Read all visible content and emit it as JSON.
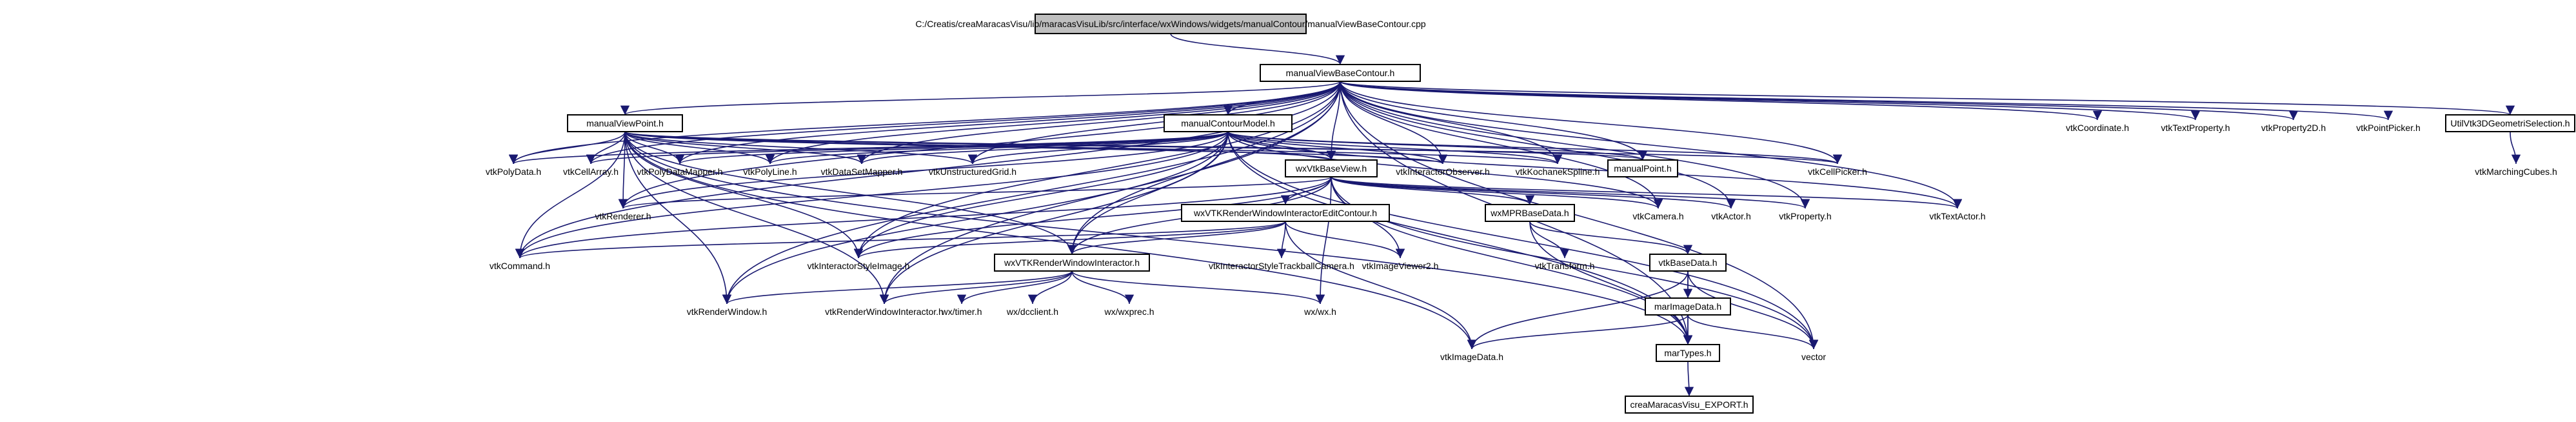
{
  "diagram": {
    "title": "C:/Creatis/creaMaracasVisu/lib/maracasVisuLib/src/interface/wxWindows/widgets/manualContour/manualViewBaseContour.cpp",
    "colors": {
      "edge": "#191970",
      "root_fill": "#bfbfbf",
      "node_fill": "#ffffff",
      "border": "#000000",
      "text": "#000000"
    },
    "nodes": [
      {
        "id": "root",
        "label": "C:/Creatis/creaMaracasVisu/lib/maracasVisuLib/src/interface/wxWindows/widgets/manualContour/manualViewBaseContour.cpp",
        "style": "root"
      },
      {
        "id": "mvbc",
        "label": "manualViewBaseContour.h",
        "style": "box"
      },
      {
        "id": "mvp",
        "label": "manualViewPoint.h",
        "style": "box"
      },
      {
        "id": "mcm",
        "label": "manualContourModel.h",
        "style": "box"
      },
      {
        "id": "vtkCoordinate",
        "label": "vtkCoordinate.h",
        "style": "plain"
      },
      {
        "id": "vtkTextProperty",
        "label": "vtkTextProperty.h",
        "style": "plain"
      },
      {
        "id": "vtkProperty2D",
        "label": "vtkProperty2D.h",
        "style": "plain"
      },
      {
        "id": "vtkPointPicker",
        "label": "vtkPointPicker.h",
        "style": "plain"
      },
      {
        "id": "util3d",
        "label": "UtilVtk3DGeometriSelection.h",
        "style": "box"
      },
      {
        "id": "vtkPolyData",
        "label": "vtkPolyData.h",
        "style": "plain"
      },
      {
        "id": "vtkCellArray",
        "label": "vtkCellArray.h",
        "style": "plain"
      },
      {
        "id": "vtkPolyDataMapper",
        "label": "vtkPolyDataMapper.h",
        "style": "plain"
      },
      {
        "id": "vtkPolyLine",
        "label": "vtkPolyLine.h",
        "style": "plain"
      },
      {
        "id": "vtkDataSetMapper",
        "label": "vtkDataSetMapper.h",
        "style": "plain"
      },
      {
        "id": "vtkUnstructuredGrid",
        "label": "vtkUnstructuredGrid.h",
        "style": "plain"
      },
      {
        "id": "wxVtkBaseView",
        "label": "wxVtkBaseView.h",
        "style": "box"
      },
      {
        "id": "vtkInteractorObserver",
        "label": "vtkInteractorObserver.h",
        "style": "plain"
      },
      {
        "id": "vtkKochanekSpline",
        "label": "vtkKochanekSpline.h",
        "style": "plain"
      },
      {
        "id": "manualPoint",
        "label": "manualPoint.h",
        "style": "box"
      },
      {
        "id": "vtkCellPicker",
        "label": "vtkCellPicker.h",
        "style": "plain"
      },
      {
        "id": "vtkMarchingCubes",
        "label": "vtkMarchingCubes.h",
        "style": "plain"
      },
      {
        "id": "vtkRenderer",
        "label": "vtkRenderer.h",
        "style": "plain"
      },
      {
        "id": "vtkCamera",
        "label": "vtkCamera.h",
        "style": "plain"
      },
      {
        "id": "vtkActor",
        "label": "vtkActor.h",
        "style": "plain"
      },
      {
        "id": "vtkProperty",
        "label": "vtkProperty.h",
        "style": "plain"
      },
      {
        "id": "vtkTextActor",
        "label": "vtkTextActor.h",
        "style": "plain"
      },
      {
        "id": "wxVTKRWIEC",
        "label": "wxVTKRenderWindowInteractorEditContour.h",
        "style": "box"
      },
      {
        "id": "wxMPRBaseData",
        "label": "wxMPRBaseData.h",
        "style": "box"
      },
      {
        "id": "vtkCommand",
        "label": "vtkCommand.h",
        "style": "plain"
      },
      {
        "id": "vtkInteractorStyleImage",
        "label": "vtkInteractorStyleImage.h",
        "style": "plain"
      },
      {
        "id": "wxVTKRWI",
        "label": "wxVTKRenderWindowInteractor.h",
        "style": "box"
      },
      {
        "id": "vtkISTrackball",
        "label": "vtkInteractorStyleTrackballCamera.h",
        "style": "plain"
      },
      {
        "id": "vtkImageViewer2",
        "label": "vtkImageViewer2.h",
        "style": "plain"
      },
      {
        "id": "vtkTransform",
        "label": "vtkTransform.h",
        "style": "plain"
      },
      {
        "id": "vtkBaseData",
        "label": "vtkBaseData.h",
        "style": "box"
      },
      {
        "id": "vtkRenderWindow",
        "label": "vtkRenderWindow.h",
        "style": "plain"
      },
      {
        "id": "vtkRenderWindowInteractor",
        "label": "vtkRenderWindowInteractor.h",
        "style": "plain"
      },
      {
        "id": "wxtimer",
        "label": "wx/timer.h",
        "style": "plain"
      },
      {
        "id": "wxdcclient",
        "label": "wx/dcclient.h",
        "style": "plain"
      },
      {
        "id": "wxwxprec",
        "label": "wx/wxprec.h",
        "style": "plain"
      },
      {
        "id": "wxwx",
        "label": "wx/wx.h",
        "style": "plain"
      },
      {
        "id": "marImageData",
        "label": "marImageData.h",
        "style": "box"
      },
      {
        "id": "vtkImageData",
        "label": "vtkImageData.h",
        "style": "plain"
      },
      {
        "id": "marTypes",
        "label": "marTypes.h",
        "style": "box"
      },
      {
        "id": "vector",
        "label": "vector",
        "style": "plain"
      },
      {
        "id": "export",
        "label": "creaMaracasVisu_EXPORT.h",
        "style": "box"
      }
    ],
    "edges": [
      [
        "root",
        "mvbc"
      ],
      [
        "mvbc",
        "mvp"
      ],
      [
        "mvbc",
        "mcm"
      ],
      [
        "mvbc",
        "vtkCoordinate"
      ],
      [
        "mvbc",
        "vtkTextProperty"
      ],
      [
        "mvbc",
        "vtkProperty2D"
      ],
      [
        "mvbc",
        "vtkPointPicker"
      ],
      [
        "mvbc",
        "util3d"
      ],
      [
        "mvbc",
        "vtkPolyData"
      ],
      [
        "mvbc",
        "vtkCellArray"
      ],
      [
        "mvbc",
        "vtkPolyDataMapper"
      ],
      [
        "mvbc",
        "vtkPolyLine"
      ],
      [
        "mvbc",
        "vtkDataSetMapper"
      ],
      [
        "mvbc",
        "vtkUnstructuredGrid"
      ],
      [
        "mvbc",
        "wxVtkBaseView"
      ],
      [
        "mvbc",
        "vtkInteractorObserver"
      ],
      [
        "mvbc",
        "vtkKochanekSpline"
      ],
      [
        "mvbc",
        "manualPoint"
      ],
      [
        "mvbc",
        "vtkCellPicker"
      ],
      [
        "mvbc",
        "vtkRenderer"
      ],
      [
        "mvbc",
        "vtkCamera"
      ],
      [
        "mvbc",
        "vtkActor"
      ],
      [
        "mvbc",
        "vtkProperty"
      ],
      [
        "mvbc",
        "vtkTextActor"
      ],
      [
        "mvbc",
        "vtkCommand"
      ],
      [
        "mvbc",
        "vtkInteractorStyleImage"
      ],
      [
        "mvbc",
        "wxVTKRWI"
      ],
      [
        "mvbc",
        "vtkRenderWindow"
      ],
      [
        "mvbc",
        "vtkRenderWindowInteractor"
      ],
      [
        "mvbc",
        "marTypes"
      ],
      [
        "mvbc",
        "vector"
      ],
      [
        "mvp",
        "vtkPolyData"
      ],
      [
        "mvp",
        "vtkCellArray"
      ],
      [
        "mvp",
        "vtkPolyDataMapper"
      ],
      [
        "mvp",
        "vtkPolyLine"
      ],
      [
        "mvp",
        "vtkDataSetMapper"
      ],
      [
        "mvp",
        "vtkUnstructuredGrid"
      ],
      [
        "mvp",
        "wxVtkBaseView"
      ],
      [
        "mvp",
        "vtkInteractorObserver"
      ],
      [
        "mvp",
        "vtkKochanekSpline"
      ],
      [
        "mvp",
        "manualPoint"
      ],
      [
        "mvp",
        "vtkCellPicker"
      ],
      [
        "mvp",
        "vtkRenderer"
      ],
      [
        "mvp",
        "vtkCommand"
      ],
      [
        "mvp",
        "vtkInteractorStyleImage"
      ],
      [
        "mvp",
        "wxVTKRWI"
      ],
      [
        "mvp",
        "vtkRenderWindow"
      ],
      [
        "mvp",
        "vtkRenderWindowInteractor"
      ],
      [
        "mvp",
        "vtkImageData"
      ],
      [
        "mvp",
        "marTypes"
      ],
      [
        "mcm",
        "vtkPolyData"
      ],
      [
        "mcm",
        "vtkCellArray"
      ],
      [
        "mcm",
        "vtkPolyDataMapper"
      ],
      [
        "mcm",
        "vtkPolyLine"
      ],
      [
        "mcm",
        "vtkDataSetMapper"
      ],
      [
        "mcm",
        "vtkUnstructuredGrid"
      ],
      [
        "mcm",
        "wxVtkBaseView"
      ],
      [
        "mcm",
        "vtkInteractorObserver"
      ],
      [
        "mcm",
        "vtkKochanekSpline"
      ],
      [
        "mcm",
        "manualPoint"
      ],
      [
        "mcm",
        "vtkCellPicker"
      ],
      [
        "mcm",
        "vtkRenderer"
      ],
      [
        "mcm",
        "vtkCamera"
      ],
      [
        "mcm",
        "vtkCommand"
      ],
      [
        "mcm",
        "vtkInteractorStyleImage"
      ],
      [
        "mcm",
        "wxVTKRWI"
      ],
      [
        "mcm",
        "vtkRenderWindow"
      ],
      [
        "mcm",
        "vtkRenderWindowInteractor"
      ],
      [
        "mcm",
        "vtkTextActor"
      ],
      [
        "mcm",
        "marTypes"
      ],
      [
        "mcm",
        "vector"
      ],
      [
        "util3d",
        "vtkMarchingCubes"
      ],
      [
        "wxVtkBaseView",
        "vtkRenderer"
      ],
      [
        "wxVtkBaseView",
        "vtkCamera"
      ],
      [
        "wxVtkBaseView",
        "vtkActor"
      ],
      [
        "wxVtkBaseView",
        "vtkProperty"
      ],
      [
        "wxVtkBaseView",
        "vtkTextActor"
      ],
      [
        "wxVtkBaseView",
        "wxVTKRWIEC"
      ],
      [
        "wxVtkBaseView",
        "wxMPRBaseData"
      ],
      [
        "wxVtkBaseView",
        "vtkCommand"
      ],
      [
        "wxVtkBaseView",
        "vtkInteractorStyleImage"
      ],
      [
        "wxVtkBaseView",
        "wxVTKRWI"
      ],
      [
        "wxVtkBaseView",
        "vtkImageViewer2"
      ],
      [
        "wxVtkBaseView",
        "wxwx"
      ],
      [
        "wxVtkBaseView",
        "marTypes"
      ],
      [
        "wxVtkBaseView",
        "vector"
      ],
      [
        "wxVTKRWIEC",
        "vtkCommand"
      ],
      [
        "wxVTKRWIEC",
        "vtkInteractorStyleImage"
      ],
      [
        "wxVTKRWIEC",
        "wxVTKRWI"
      ],
      [
        "wxVTKRWIEC",
        "vtkISTrackball"
      ],
      [
        "wxVTKRWIEC",
        "vtkImageViewer2"
      ],
      [
        "wxVTKRWIEC",
        "vtkImageData"
      ],
      [
        "wxMPRBaseData",
        "vtkTransform"
      ],
      [
        "wxMPRBaseData",
        "vtkBaseData"
      ],
      [
        "wxMPRBaseData",
        "marTypes"
      ],
      [
        "wxVTKRWI",
        "vtkRenderWindow"
      ],
      [
        "wxVTKRWI",
        "vtkRenderWindowInteractor"
      ],
      [
        "wxVTKRWI",
        "wxtimer"
      ],
      [
        "wxVTKRWI",
        "wxdcclient"
      ],
      [
        "wxVTKRWI",
        "wxwxprec"
      ],
      [
        "wxVTKRWI",
        "wxwx"
      ],
      [
        "vtkBaseData",
        "marImageData"
      ],
      [
        "vtkBaseData",
        "marTypes"
      ],
      [
        "vtkBaseData",
        "vector"
      ],
      [
        "vtkBaseData",
        "vtkImageData"
      ],
      [
        "marImageData",
        "vtkImageData"
      ],
      [
        "marImageData",
        "marTypes"
      ],
      [
        "marImageData",
        "vector"
      ],
      [
        "marTypes",
        "export"
      ]
    ]
  }
}
